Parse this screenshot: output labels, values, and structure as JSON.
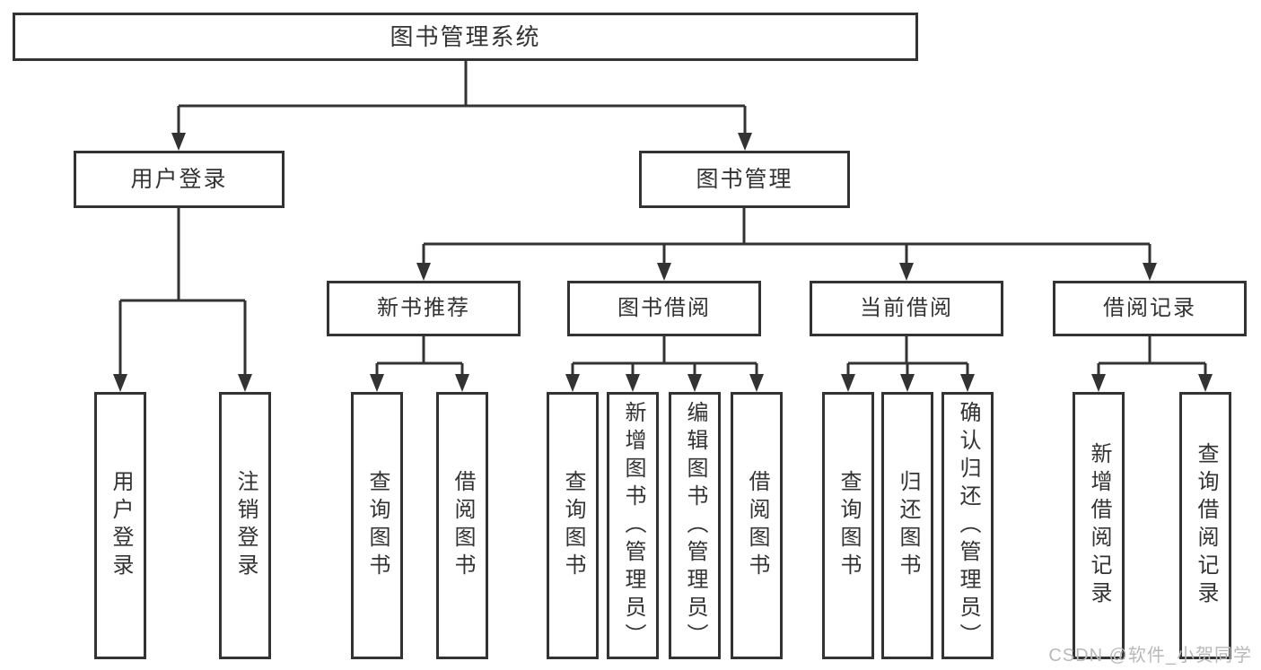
{
  "colors": {
    "line": "#333333",
    "border": "#333333",
    "text": "#333333",
    "box_background": "#ffffff",
    "page_background": "#ffffff",
    "watermark": "#b9b9b9"
  },
  "watermark": {
    "text": "CSDN @软件_小贺同学"
  },
  "tree": {
    "root": {
      "label": "图书管理系统",
      "children": [
        {
          "label": "用户登录",
          "children": [
            {
              "label": "用户登录"
            },
            {
              "label": "注销登录"
            }
          ]
        },
        {
          "label": "图书管理",
          "children": [
            {
              "label": "新书推荐",
              "children": [
                {
                  "label": "查询图书"
                },
                {
                  "label": "借阅图书"
                }
              ]
            },
            {
              "label": "图书借阅",
              "children": [
                {
                  "label": "查询图书"
                },
                {
                  "label": "新增图书（管理员）"
                },
                {
                  "label": "编辑图书（管理员）"
                },
                {
                  "label": "借阅图书"
                }
              ]
            },
            {
              "label": "当前借阅",
              "children": [
                {
                  "label": "查询图书"
                },
                {
                  "label": "归还图书"
                },
                {
                  "label": "确认归还（管理员）"
                }
              ]
            },
            {
              "label": "借阅记录",
              "children": [
                {
                  "label": "新增借阅记录"
                },
                {
                  "label": "查询借阅记录"
                }
              ]
            }
          ]
        }
      ]
    }
  }
}
